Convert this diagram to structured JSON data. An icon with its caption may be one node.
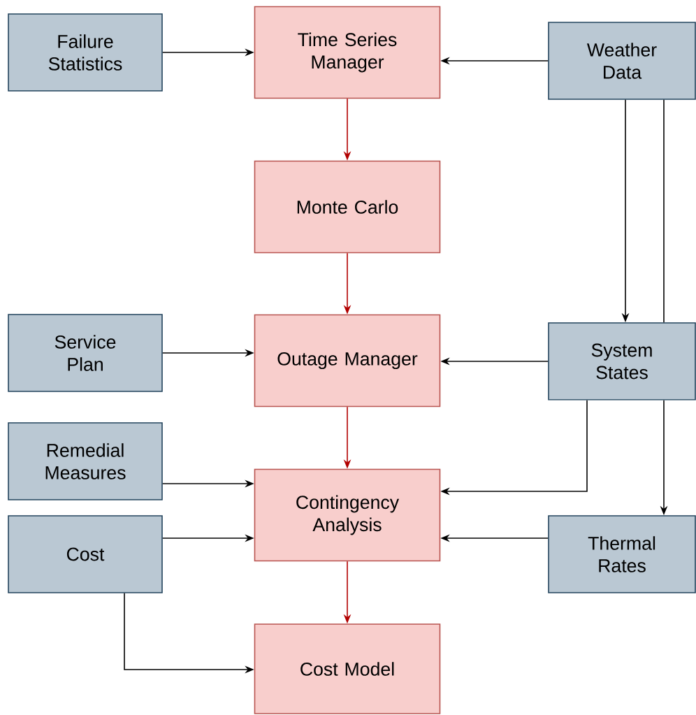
{
  "diagram": {
    "nodes": [
      {
        "text": [
          "Failure Statistics"
        ]
      },
      {
        "text": [
          "Time Series Manager"
        ]
      },
      {
        "text": [
          "Weather Data"
        ]
      },
      {
        "text": [
          "Monte Carlo"
        ]
      },
      {
        "text": [
          "Service Plan"
        ]
      },
      {
        "text": [
          "Outage Manager"
        ]
      },
      {
        "text": [
          "System States"
        ]
      },
      {
        "text": [
          "Remedial Measures"
        ]
      },
      {
        "text": [
          "Contingency Analysis"
        ]
      },
      {
        "text": [
          "Cost"
        ]
      },
      {
        "text": [
          "Thermal Rates"
        ]
      },
      {
        "text": [
          "Cost Model"
        ]
      }
    ],
    "edges": [
      {
        "from": 0,
        "to": 1,
        "arrow": "to"
      },
      {
        "from": 2,
        "to": 1,
        "arrow": "to"
      },
      {
        "from": 1,
        "to": 3,
        "arrow": "to",
        "color": "#b20000"
      },
      {
        "from": 3,
        "to": 5,
        "arrow": "to",
        "color": "#b20000"
      },
      {
        "from": 2,
        "to": 6,
        "arrow": "to"
      },
      {
        "from": 2,
        "to": 6,
        "arrow": "none"
      },
      {
        "from": 6,
        "to": 10,
        "arrow": "to"
      },
      {
        "from": 4,
        "to": 5,
        "arrow": "to"
      },
      {
        "from": 6,
        "to": 5,
        "arrow": "to"
      },
      {
        "from": 5,
        "to": 8,
        "arrow": "to",
        "color": "#b20000"
      },
      {
        "from": 7,
        "to": 8,
        "arrow": "to"
      },
      {
        "from": 6,
        "to": 8,
        "arrow": "to"
      },
      {
        "from": 9,
        "to": 8,
        "arrow": "to"
      },
      {
        "from": 10,
        "to": 8,
        "arrow": "to"
      },
      {
        "from": 8,
        "to": 11,
        "arrow": "to",
        "color": "#b20000"
      },
      {
        "from": 9,
        "to": 11,
        "arrow": "to"
      }
    ]
  }
}
